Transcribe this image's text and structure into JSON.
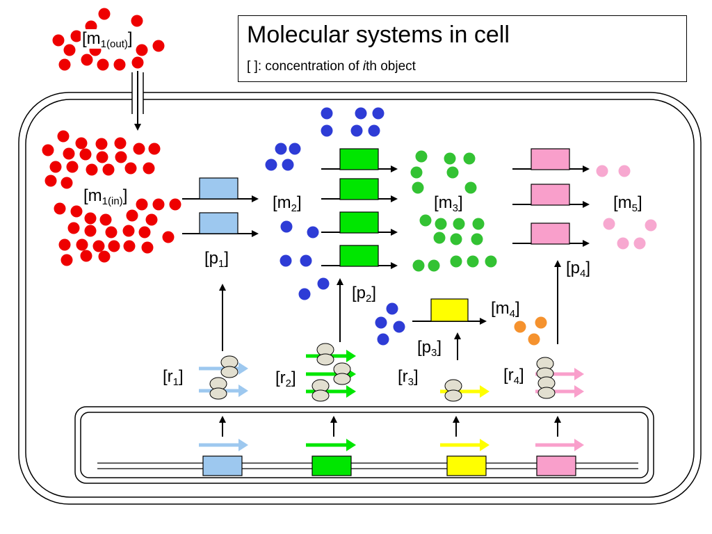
{
  "title": "Molecular systems in cell",
  "subtitle_prefix": "[  ]: concentration of ",
  "subtitle_italic": "i",
  "subtitle_suffix": "th object",
  "labels": {
    "m1_out": {
      "base": "[m",
      "sub": "1(out)",
      "close": "]"
    },
    "m1_in": {
      "base": "[m",
      "sub": "1(in)",
      "close": "]"
    },
    "m2": {
      "base": "[m",
      "sub": "2",
      "close": "]"
    },
    "m3": {
      "base": "[m",
      "sub": "3",
      "close": "]"
    },
    "m4": {
      "base": "[m",
      "sub": "4",
      "close": "]"
    },
    "m5": {
      "base": "[m",
      "sub": "5",
      "close": "]"
    },
    "p1": {
      "base": "[p",
      "sub": "1",
      "close": "]"
    },
    "p2": {
      "base": "[p",
      "sub": "2",
      "close": "]"
    },
    "p3": {
      "base": "[p",
      "sub": "3",
      "close": "]"
    },
    "p4": {
      "base": "[p",
      "sub": "4",
      "close": "]"
    },
    "r1": {
      "base": "[r",
      "sub": "1",
      "close": "]"
    },
    "r2": {
      "base": "[r",
      "sub": "2",
      "close": "]"
    },
    "r3": {
      "base": "[r",
      "sub": "3",
      "close": "]"
    },
    "r4": {
      "base": "[r",
      "sub": "4",
      "close": "]"
    }
  },
  "colors": {
    "m1": "#ee0000",
    "m2": "#2e3cd6",
    "m3": "#33c233",
    "m4": "#f5922e",
    "m5": "#f7a8d0",
    "p1": "#9dc8ef",
    "p2": "#00e600",
    "p3": "#ffff00",
    "p4": "#f99fcb",
    "ribosome": "#e2dfd0",
    "outline": "#000000"
  }
}
